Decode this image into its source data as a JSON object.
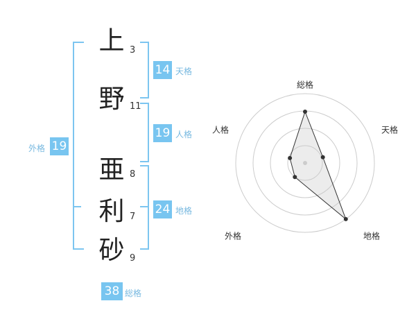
{
  "characters": [
    {
      "char": "上",
      "strokes": "3"
    },
    {
      "char": "野",
      "strokes": "11"
    },
    {
      "char": "亜",
      "strokes": "8"
    },
    {
      "char": "利",
      "strokes": "7"
    },
    {
      "char": "砂",
      "strokes": "9"
    }
  ],
  "fortunes": {
    "tenkaku": {
      "label": "天格",
      "value": "14"
    },
    "jinkaku": {
      "label": "人格",
      "value": "19"
    },
    "chikaku": {
      "label": "地格",
      "value": "24"
    },
    "gaikaku": {
      "label": "外格",
      "value": "19"
    },
    "soukaku": {
      "label": "総格",
      "value": "38"
    }
  },
  "radar": {
    "axes": [
      "総格",
      "天格",
      "地格",
      "外格",
      "人格"
    ],
    "levels": 4,
    "values": [
      0.74,
      0.27,
      1.0,
      0.25,
      0.23
    ],
    "colors": {
      "grid": "#cccccc",
      "line": "#333333",
      "fill": "rgba(200,200,200,0.35)",
      "center": "#cccccc"
    }
  },
  "colors": {
    "accent": "#78c5f0",
    "label": "#78b9e0",
    "text": "#222222"
  }
}
